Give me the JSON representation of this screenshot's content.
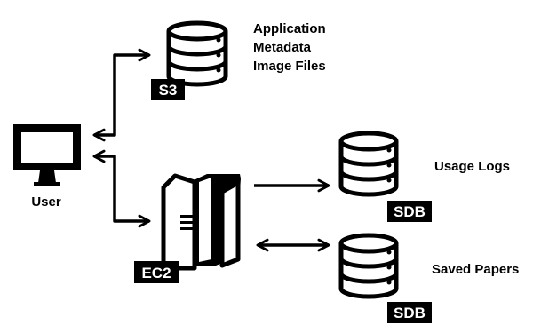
{
  "user": {
    "label": "User"
  },
  "s3": {
    "badge": "S3",
    "contents": [
      "Application",
      "Metadata",
      "Image Files"
    ]
  },
  "ec2": {
    "badge": "EC2"
  },
  "sdb_logs": {
    "badge": "SDB",
    "label": "Usage Logs"
  },
  "sdb_papers": {
    "badge": "SDB",
    "label": "Saved Papers"
  },
  "colors": {
    "ink": "#000000",
    "paper": "#ffffff"
  },
  "icons": [
    "monitor-icon",
    "database-icon",
    "server-icon"
  ]
}
